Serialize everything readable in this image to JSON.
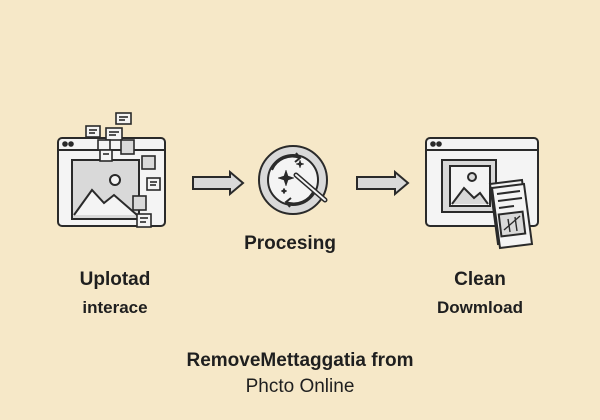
{
  "steps": [
    {
      "line1": "Uplotad",
      "line2": "interace",
      "icon": "browser-upload-icon"
    },
    {
      "label": "Procesing",
      "icon": "magic-wand-cycle-icon"
    },
    {
      "line1": "Clean",
      "line2": "Dowmload",
      "icon": "browser-document-icon"
    }
  ],
  "title": {
    "line1": "RemoveMettaggatia from",
    "line2": "Phcto Online"
  },
  "colors": {
    "background": "#f6e8c8",
    "ink": "#2a2a2a",
    "panel": "#d9d9d9",
    "window": "#f4f4f4"
  }
}
